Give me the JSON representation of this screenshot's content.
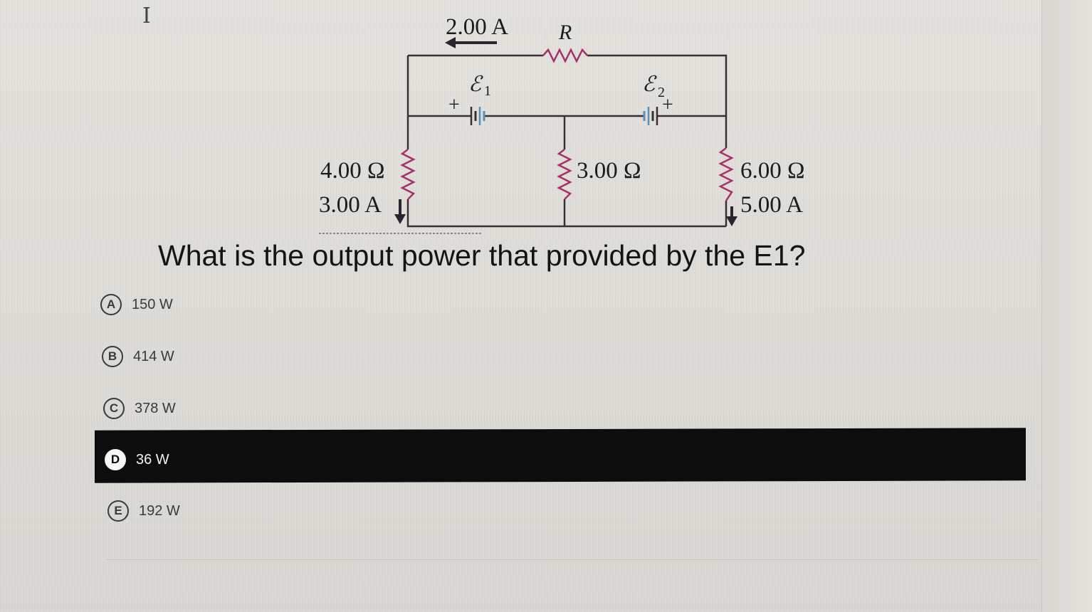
{
  "figure": {
    "current_top": "2.00 A",
    "resistor_r": "R",
    "emf1": "ℰ",
    "emf1_sub": "1",
    "emf2": "ℰ",
    "emf2_sub": "2",
    "plus": "+",
    "res_left": "4.00 Ω",
    "cur_left": "3.00 A",
    "res_mid": "3.00 Ω",
    "res_right": "6.00 Ω",
    "cur_right": "5.00 A"
  },
  "question": {
    "text": "What is the output power that provided by the E1?"
  },
  "options": [
    {
      "letter": "A",
      "text": "150 W"
    },
    {
      "letter": "B",
      "text": "414 W"
    },
    {
      "letter": "C",
      "text": "378 W"
    },
    {
      "letter": "D",
      "text": "36 W"
    },
    {
      "letter": "E",
      "text": "192 W"
    }
  ],
  "selected_option": "D",
  "colors": {
    "wire": "#3a2f33",
    "resistor": "#a8306a",
    "battery": "#5a8fb8",
    "arrow": "#2a2430",
    "selected_bg": "#0d0d0d"
  },
  "cursor": "text-cursor-icon"
}
